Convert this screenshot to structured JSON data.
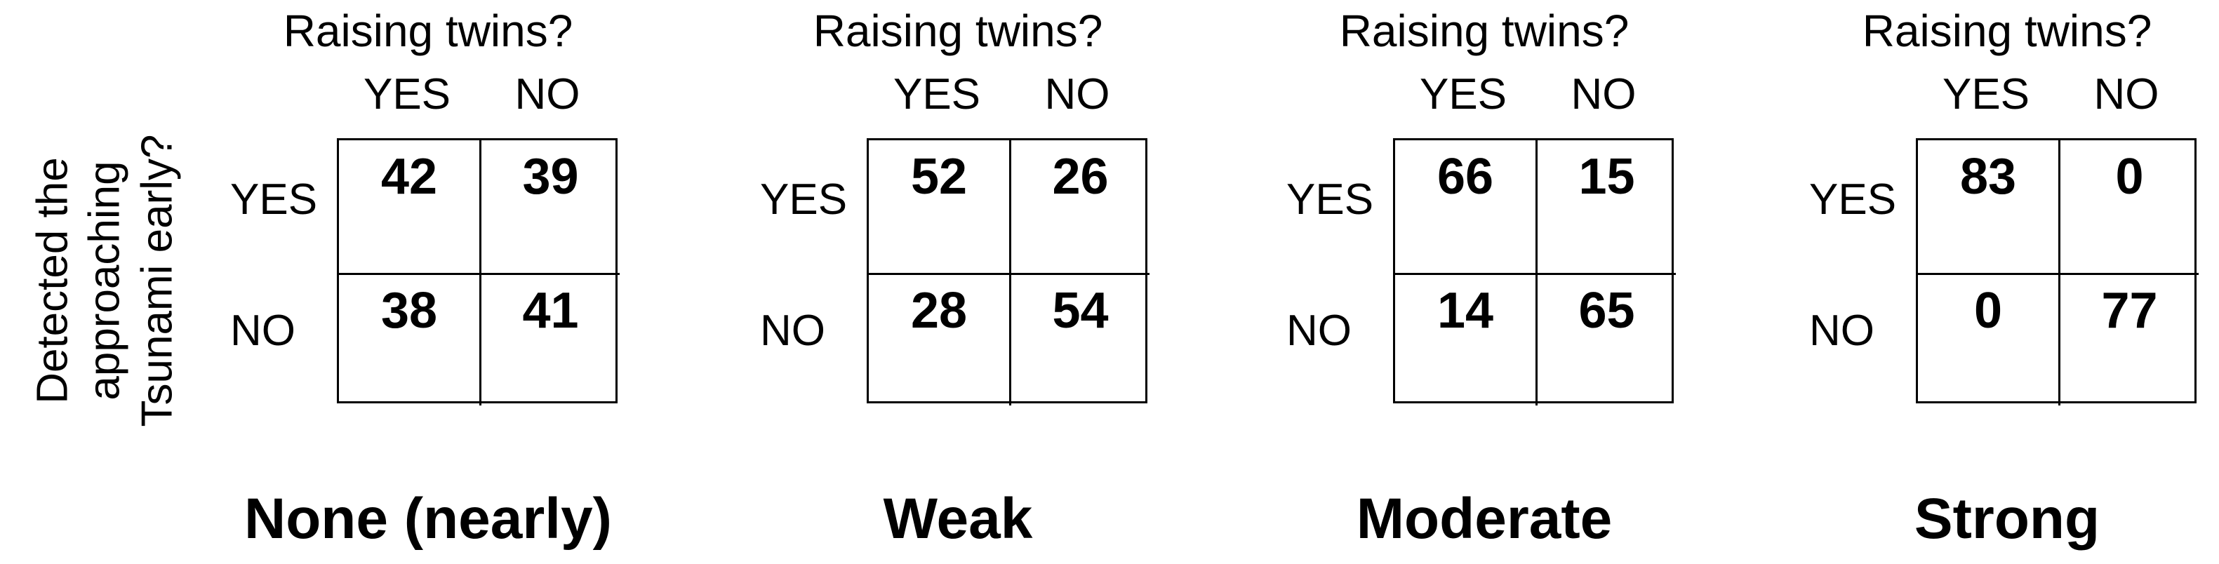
{
  "chart_data": {
    "type": "table",
    "y_label": "Detected the approaching Tsunami early?",
    "panels": [
      {
        "title": "Raising twins?",
        "col_labels": [
          "YES",
          "NO"
        ],
        "row_labels": [
          "YES",
          "NO"
        ],
        "cells": [
          [
            "42",
            "39"
          ],
          [
            "38",
            "41"
          ]
        ],
        "strength": "None (nearly)"
      },
      {
        "title": "Raising twins?",
        "col_labels": [
          "YES",
          "NO"
        ],
        "row_labels": [
          "YES",
          "NO"
        ],
        "cells": [
          [
            "52",
            "26"
          ],
          [
            "28",
            "54"
          ]
        ],
        "strength": "Weak"
      },
      {
        "title": "Raising twins?",
        "col_labels": [
          "YES",
          "NO"
        ],
        "row_labels": [
          "YES",
          "NO"
        ],
        "cells": [
          [
            "66",
            "15"
          ],
          [
            "14",
            "65"
          ]
        ],
        "strength": "Moderate"
      },
      {
        "title": "Raising twins?",
        "col_labels": [
          "YES",
          "NO"
        ],
        "row_labels": [
          "YES",
          "NO"
        ],
        "cells": [
          [
            "83",
            "0"
          ],
          [
            "0",
            "77"
          ]
        ],
        "strength": "Strong"
      }
    ]
  }
}
